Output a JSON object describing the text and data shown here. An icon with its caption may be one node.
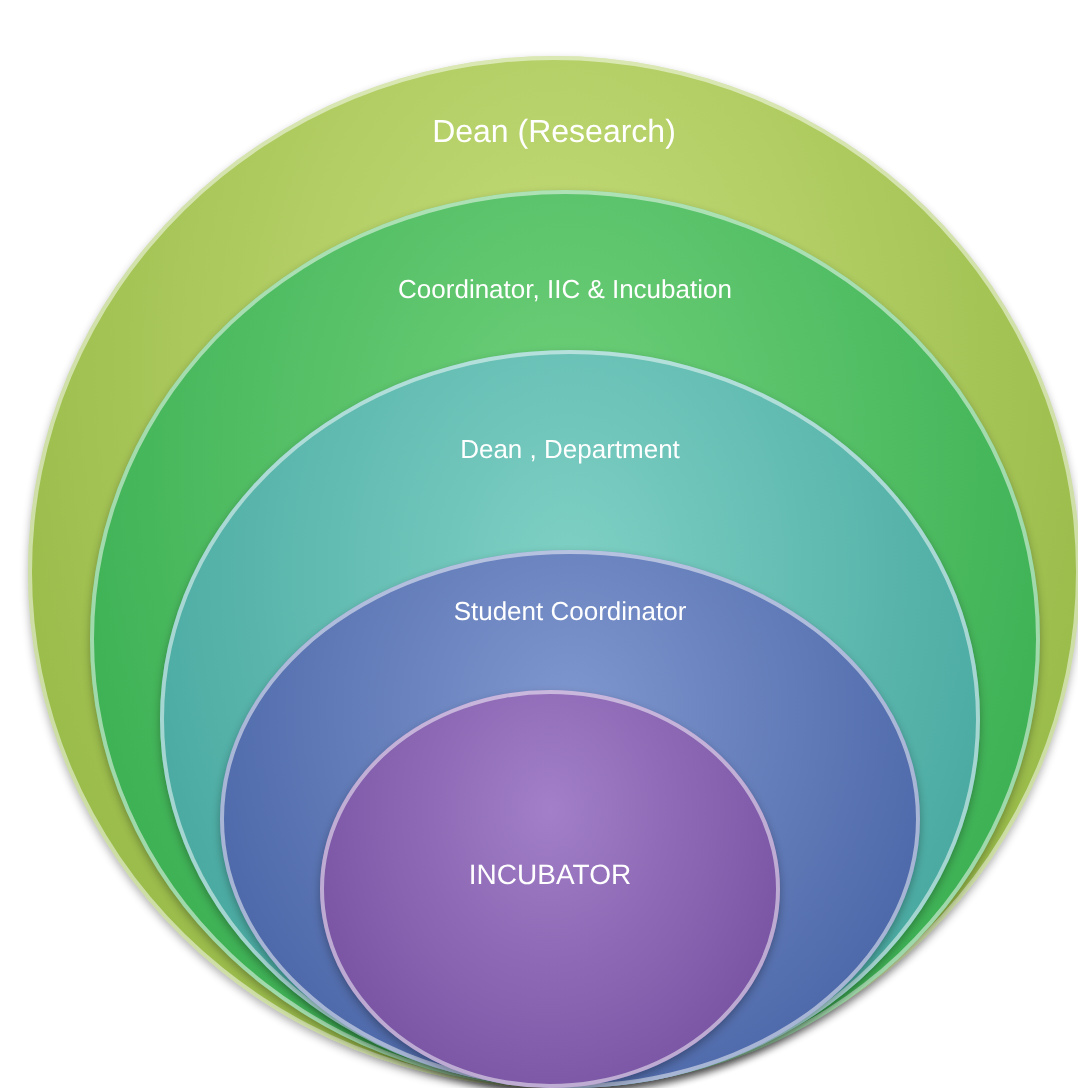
{
  "diagram": {
    "nodes": [
      {
        "text": [
          "Dean (Research)"
        ]
      },
      {
        "text": [
          "Coordinator, IIC & Incubation"
        ],
        "in": 0
      },
      {
        "text": [
          "Dean , Department"
        ],
        "in": 1
      },
      {
        "text": [
          "Student Coordinator"
        ],
        "in": 2
      },
      {
        "text": [
          "INCUBATOR"
        ],
        "in": 3
      }
    ]
  }
}
